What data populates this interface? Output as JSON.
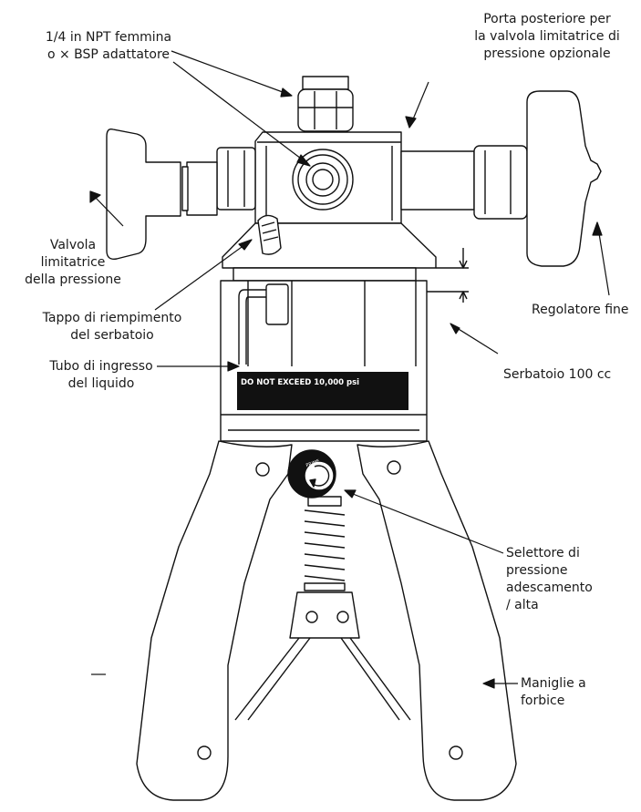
{
  "colors": {
    "line": "#111111",
    "panel": "#111111",
    "panel_text": "#ffffff",
    "body_fill": "#ffffff"
  },
  "labels": {
    "adapter": [
      "1/4 in NPT femmina",
      "o  × BSP adattatore"
    ],
    "rear_port": [
      "Porta posteriore per",
      "la valvola limitatrice di",
      "pressione opzionale"
    ],
    "relief_valve": [
      "Valvola",
      "limitatrice",
      "della pressione"
    ],
    "fill_cap": [
      "Tappo di riempimento",
      "del serbatoio"
    ],
    "inlet_tube": [
      "Tubo di ingresso",
      "del liquido"
    ],
    "fine_regulator": "Regolatore fine",
    "reservoir": "Serbatoio 100 cc",
    "selector": [
      "Selettore di",
      "pressione",
      "adescamento",
      "/ alta"
    ],
    "handles": [
      "Maniglie a",
      "forbice"
    ]
  },
  "panel_text": "DO NOT EXCEED  10,000 psi",
  "selector_knob_text": "PRIME"
}
